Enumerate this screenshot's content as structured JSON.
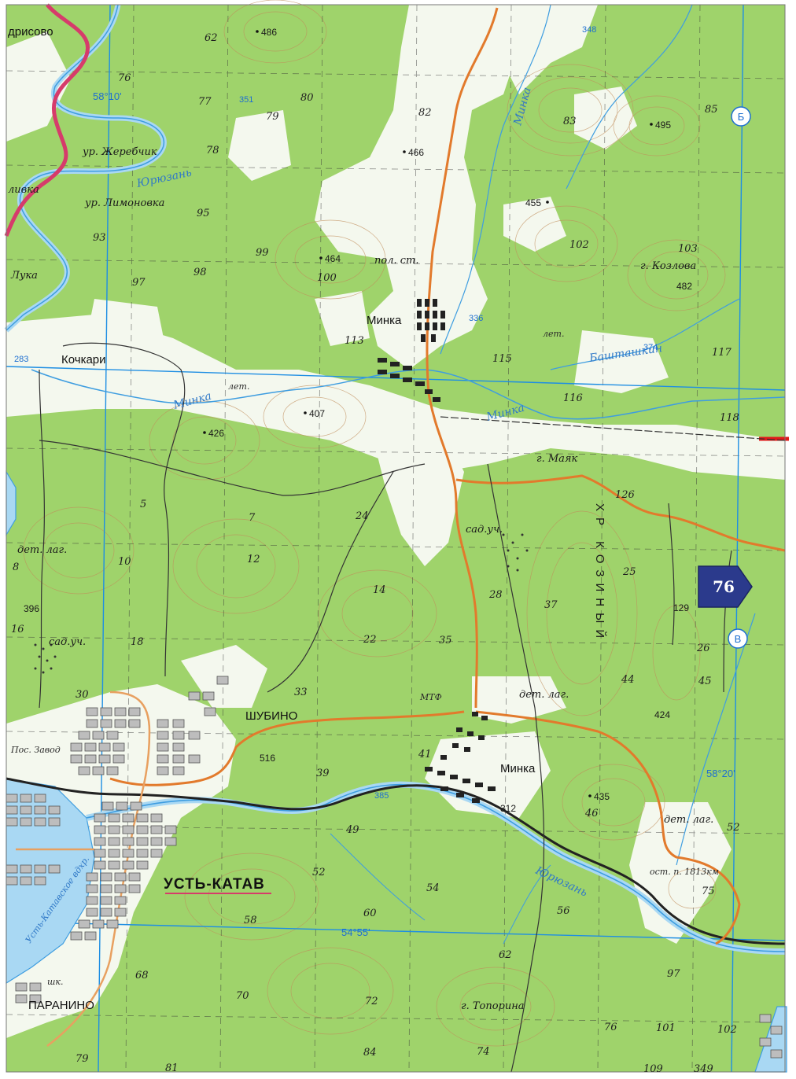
{
  "colors": {
    "forest": "#9fd36b",
    "open": "#f4f8ee",
    "water": "#a9d8f3",
    "river": "#3e9de0",
    "road": "#e27a2c",
    "grid": "#1e8ee3",
    "border": "#d63b6b",
    "settlement": "#222222"
  },
  "labels": {
    "drisovo": "дрисово",
    "zherebchik": "ур. Жеребчик",
    "limonovka": "ур. Лимоновка",
    "livka": "ливка",
    "luka": "Лука",
    "kochkari": "Кочкари",
    "minka_north": "Минка",
    "minka_south": "Минка",
    "pol_st": "пол. ст.",
    "kozlova": "г. Козлова",
    "mayak": "г. Маяк",
    "sad_uch_1": "сад.уч.",
    "sad_uch_2": "сад.уч.",
    "det_lag_1": "дет. лаг.",
    "det_lag_2": "дет. лаг.",
    "det_lag_3": "дет. лаг.",
    "let_1": "лет.",
    "let_2": "лет.",
    "mtf": "МТФ",
    "shubino": "ШУБИНО",
    "post_zavod": "Пос. Завод",
    "ust_katav": "УСТЬ-КАТАВ",
    "paranino": "ПАРАНИНО",
    "toporina": "г. Топорина",
    "ost_p": "ост. п. 1813км",
    "ridge": "ХР КОЗИНЫЙ",
    "shk": "шк."
  },
  "water_labels": {
    "yuryuzan_1": "Юрюзань",
    "yuryuzan_2": "Юрюзань",
    "minka_r": "Минка",
    "minka_r2": "Минка",
    "bashtashkin": "Башташкин",
    "minka_river_ne": "Минка",
    "ust_katav_vdhr": "Усть-Катавское вдхр."
  },
  "elevations": {
    "e486": "486",
    "e466": "466",
    "e464": "464",
    "e455": "455",
    "e495": "495",
    "e482": "482",
    "e407": "407",
    "e426": "426",
    "e396": "396",
    "e435": "435",
    "e424": "424",
    "e516": "516",
    "e312": "312",
    "e129": "129"
  },
  "grid_numbers": [
    "62",
    "76",
    "77",
    "78",
    "79",
    "80",
    "82",
    "83",
    "85",
    "95",
    "93",
    "97",
    "98",
    "99",
    "100",
    "102",
    "103",
    "113",
    "115",
    "116",
    "117",
    "118",
    "126",
    "5",
    "7",
    "10",
    "12",
    "14",
    "16",
    "18",
    "22",
    "24",
    "25",
    "26",
    "28",
    "30",
    "33",
    "35",
    "37",
    "39",
    "41",
    "44",
    "45",
    "46",
    "49",
    "52",
    "52",
    "54",
    "56",
    "58",
    "60",
    "62",
    "68",
    "70",
    "72",
    "74",
    "75",
    "76",
    "79",
    "81",
    "84",
    "97",
    "101",
    "102",
    "109",
    "349",
    "8"
  ],
  "coords": {
    "lat_top": "58°10'",
    "lat_mid": "58°20'",
    "lon_bottom": "54°55'",
    "c283": "283",
    "c351": "351",
    "c348": "348",
    "c336": "336",
    "c374": "374",
    "c385": "385"
  },
  "route_markers": {
    "b_top": "Б",
    "v_mid": "В"
  },
  "sheet_tag": "76"
}
